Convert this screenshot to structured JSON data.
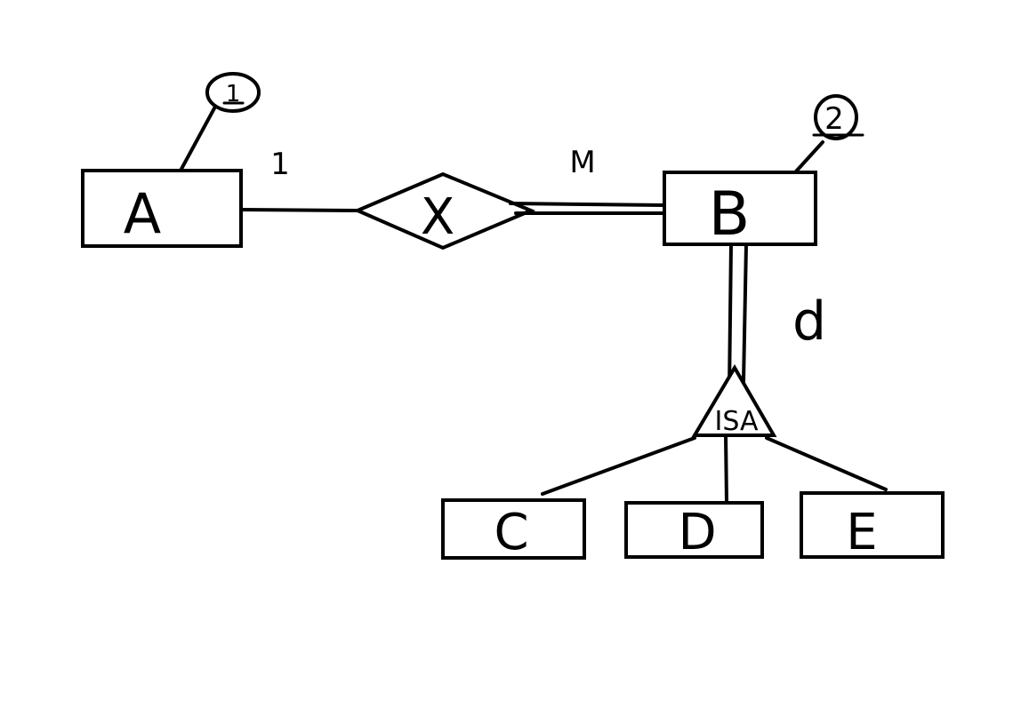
{
  "entities": [
    {
      "id": "A",
      "label": "A"
    },
    {
      "id": "B",
      "label": "B"
    },
    {
      "id": "C",
      "label": "C"
    },
    {
      "id": "D",
      "label": "D"
    },
    {
      "id": "E",
      "label": "E"
    }
  ],
  "relationship": {
    "id": "X",
    "label": "X"
  },
  "isa": {
    "label": "ISA"
  },
  "cardinalities": {
    "a_side": "1",
    "b_side": "M"
  },
  "constraint": "d",
  "attributes": [
    {
      "entity": "A",
      "label": "1"
    },
    {
      "entity": "B",
      "label": "2"
    }
  ],
  "colors": {
    "stroke": "#000000",
    "background": "#ffffff"
  }
}
